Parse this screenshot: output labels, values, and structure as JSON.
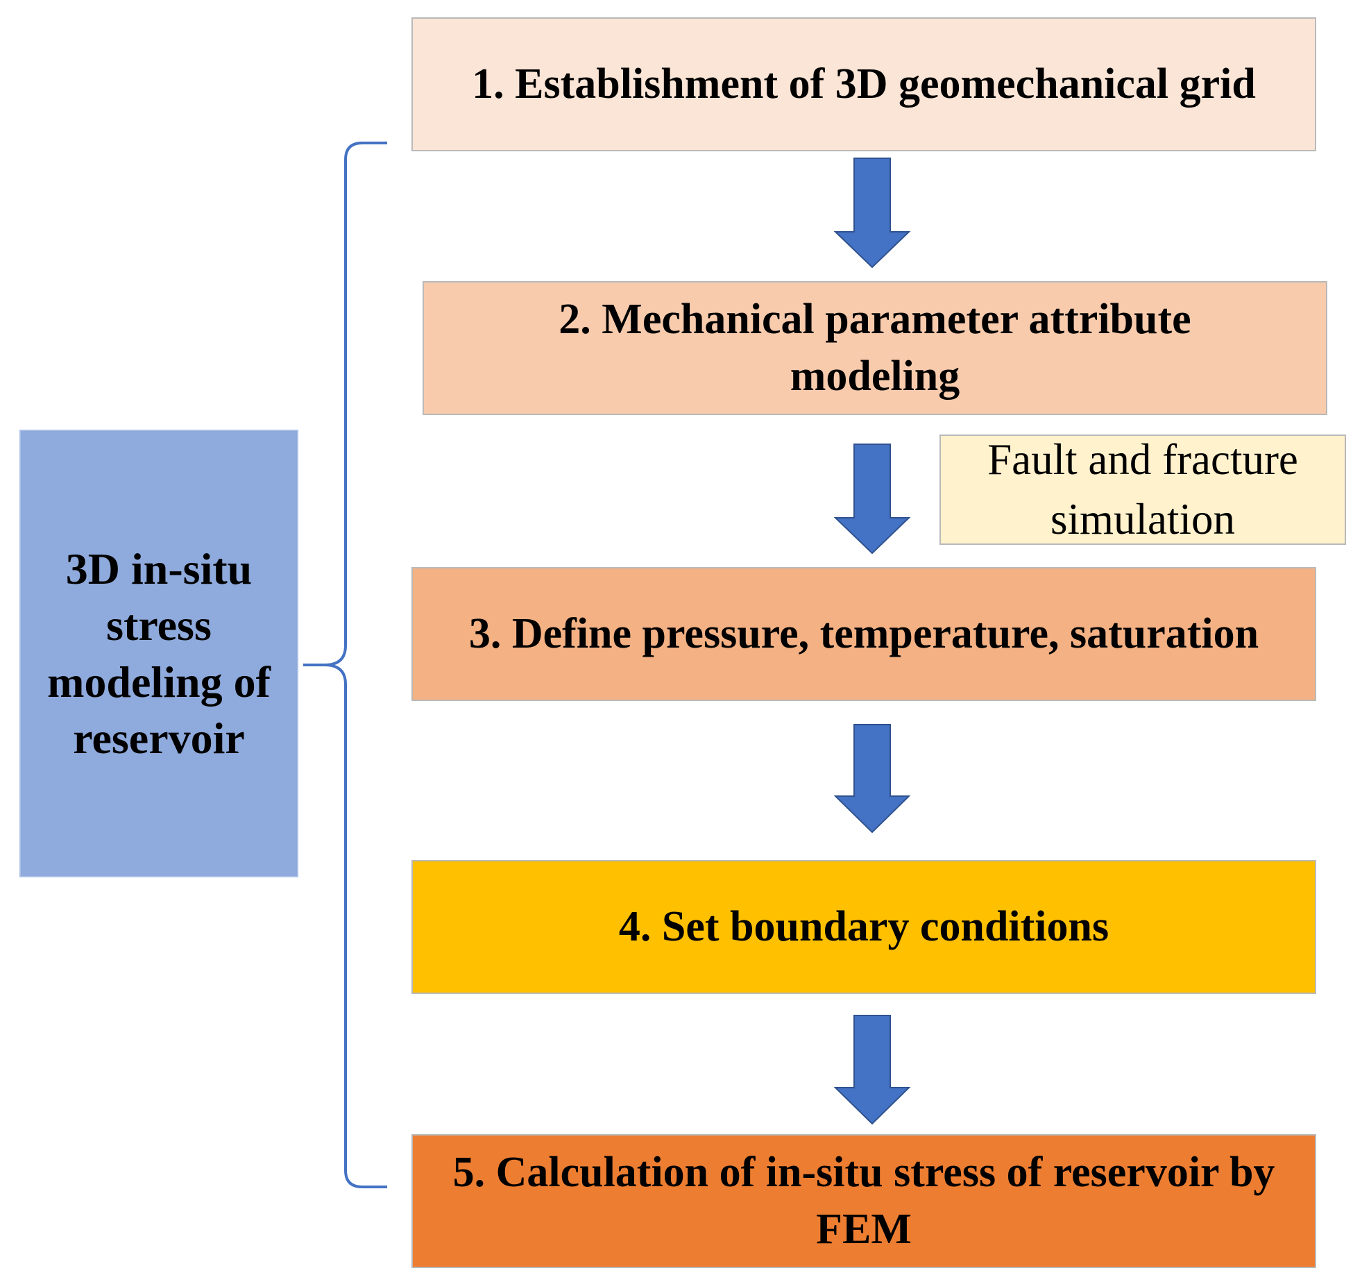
{
  "diagram": {
    "main_label": "3D in-situ stress modeling of reservoir",
    "side_note": "Fault and fracture simulation",
    "steps": [
      {
        "label": "1. Establishment of 3D geomechanical grid"
      },
      {
        "label": "2. Mechanical parameter attribute modeling"
      },
      {
        "label": "3. Define pressure, temperature, saturation"
      },
      {
        "label": "4. Set boundary conditions"
      },
      {
        "label": "5. Calculation of in-situ stress of reservoir by FEM"
      }
    ],
    "colors": {
      "step1": "#fbe5d6",
      "step2": "#f8cbad",
      "step3": "#f4b183",
      "step4": "#ffc000",
      "step5": "#ed7d31",
      "side_note": "#fff2cc",
      "main_box": "#8faadc",
      "arrow": "#4472c4",
      "bracket": "#4472c4"
    }
  }
}
